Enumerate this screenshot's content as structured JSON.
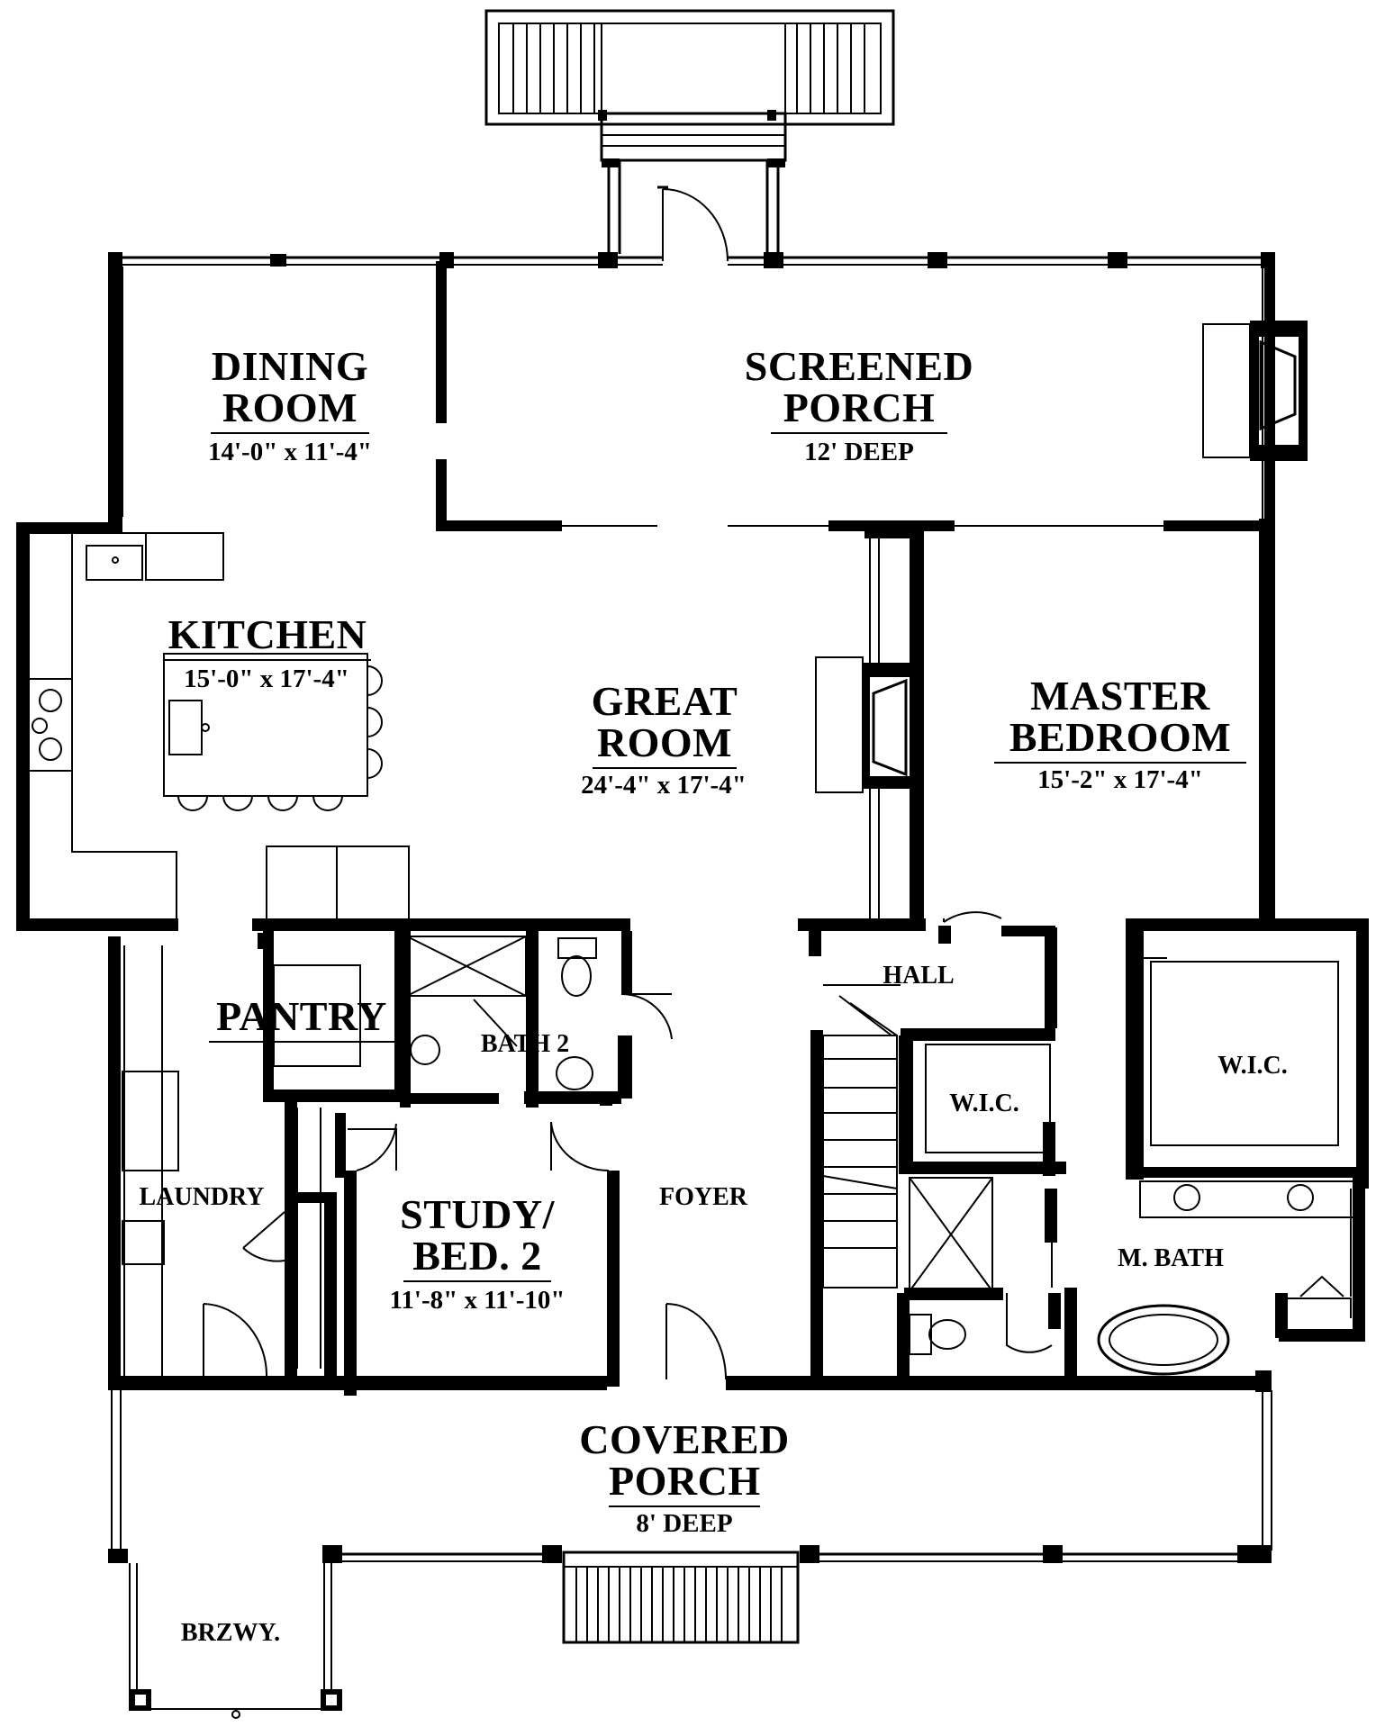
{
  "rooms": {
    "dining": {
      "name_1": "DINING",
      "name_2": "ROOM",
      "dims": "14'-0\" x 11'-4\""
    },
    "screened_porch": {
      "name_1": "SCREENED",
      "name_2": "PORCH",
      "dims": "12' DEEP"
    },
    "kitchen": {
      "name": "KITCHEN",
      "dims": "15'-0\" x 17'-4\""
    },
    "great_room": {
      "name_1": "GREAT",
      "name_2": "ROOM",
      "dims": "24'-4\" x 17'-4\""
    },
    "master_bedroom": {
      "name_1": "MASTER",
      "name_2": "BEDROOM",
      "dims": "15'-2\" x 17'-4\""
    },
    "hall": {
      "name": "HALL"
    },
    "pantry": {
      "name": "PANTRY"
    },
    "bath_2": {
      "name": "BATH 2"
    },
    "wic_1": {
      "name": "W.I.C."
    },
    "wic_2": {
      "name": "W.I.C."
    },
    "laundry": {
      "name": "LAUNDRY"
    },
    "study": {
      "name_1": "STUDY/",
      "name_2": "BED. 2",
      "dims": "11'-8\" x 11'-10\""
    },
    "foyer": {
      "name": "FOYER"
    },
    "master_bath": {
      "name": "M. BATH"
    },
    "covered_porch": {
      "name_1": "COVERED",
      "name_2": "PORCH",
      "dims": "8' DEEP"
    },
    "breezeway": {
      "name": "BRZWY."
    }
  }
}
